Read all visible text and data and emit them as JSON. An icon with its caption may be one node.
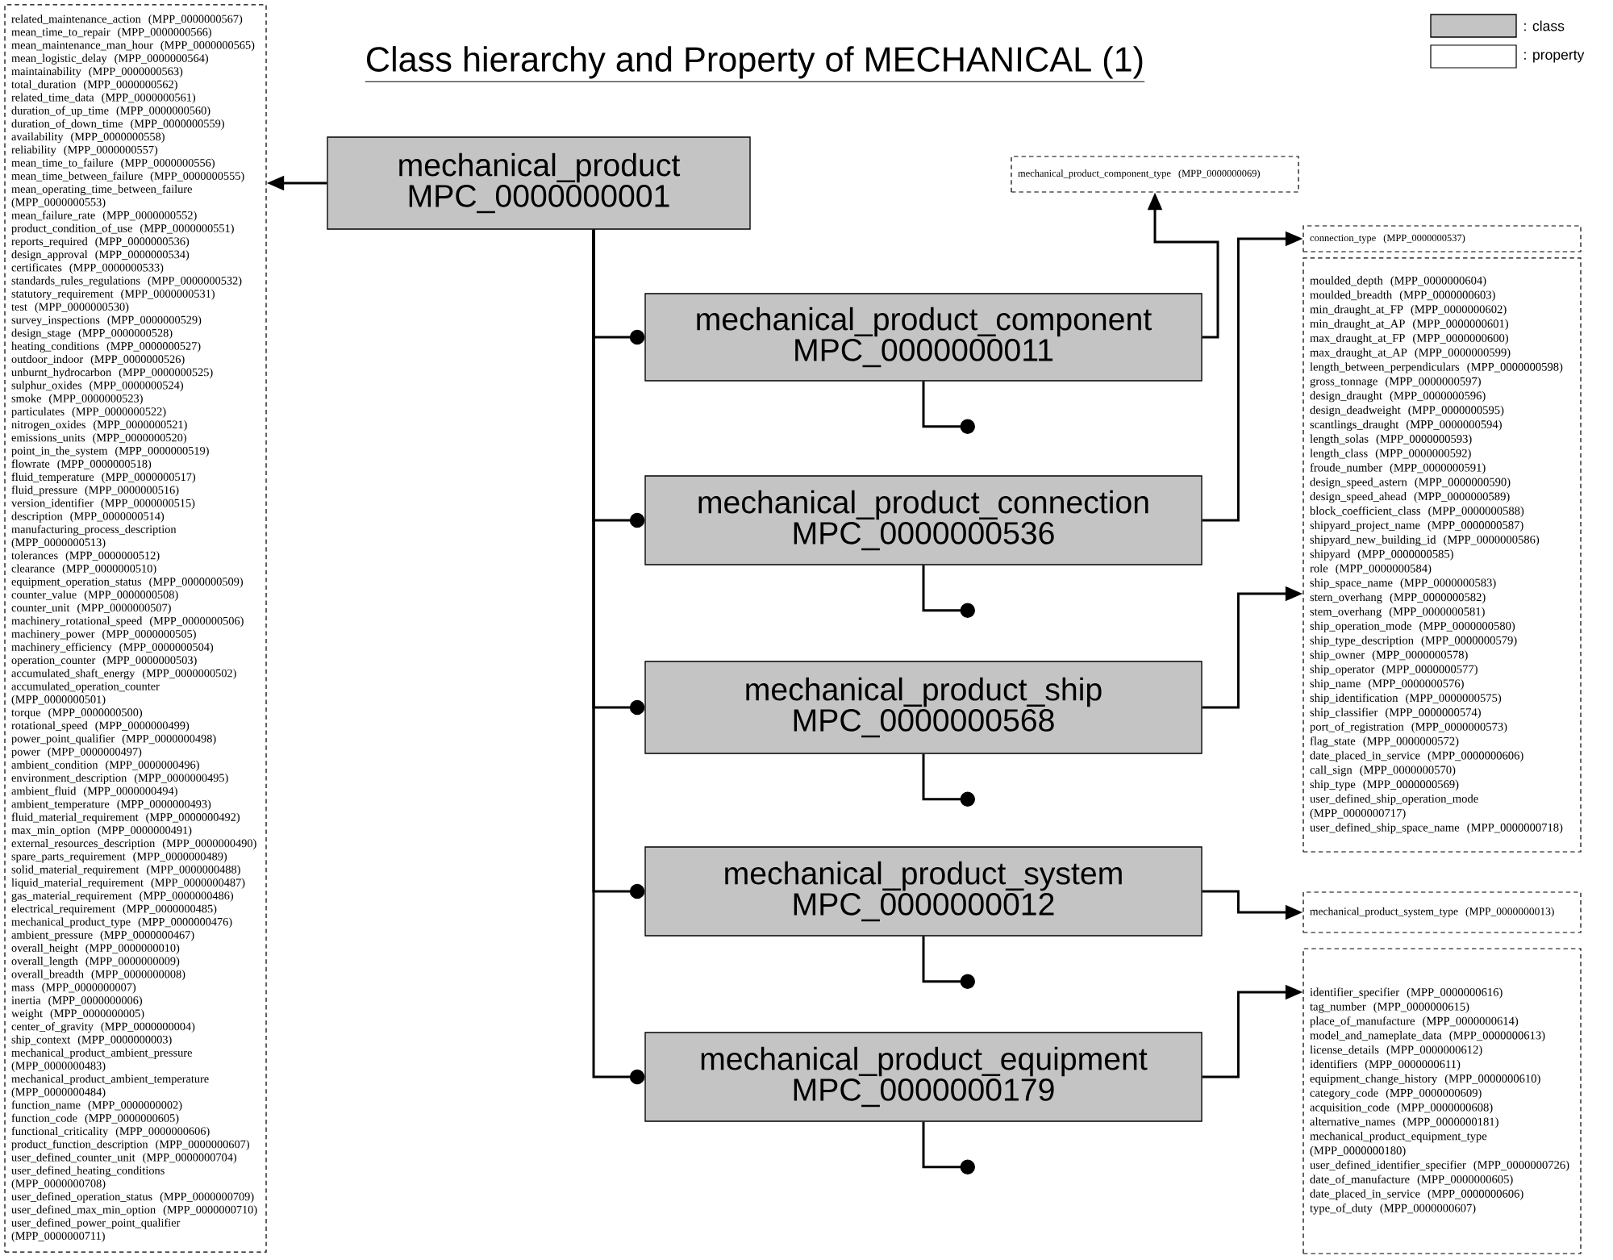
{
  "diagram": {
    "title": "Class hierarchy and Property of MECHANICAL (1)",
    "nodes": [
      {
        "text": [
          "mechanical_product",
          "MPC_0000000001"
        ]
      },
      {
        "text": [
          "mechanical_product_component",
          "MPC_0000000011"
        ]
      },
      {
        "text": [
          "mechanical_product_connection",
          "MPC_0000000536"
        ]
      },
      {
        "text": [
          "mechanical_product_ship",
          "MPC_0000000568"
        ]
      },
      {
        "text": [
          "mechanical_product_system",
          "MPC_0000000012"
        ]
      },
      {
        "text": [
          "mechanical_product_equipment",
          "MPC_0000000179"
        ]
      },
      {
        "text": [
          "related_maintenance_action (MPP_0000000567)",
          "mean_time_to_repair (MPP_0000000566)",
          "mean_maintenance_man_hour (MPP_0000000565)",
          "mean_logistic_delay (MPP_0000000564)",
          "maintainability (MPP_0000000563)",
          "total_duration (MPP_0000000562)",
          "related_time_data (MPP_0000000561)",
          "duration_of_up_time (MPP_0000000560)",
          "duration_of_down_time (MPP_0000000559)",
          "availability (MPP_0000000558)",
          "reliability (MPP_0000000557)",
          "mean_time_to_failure (MPP_0000000556)",
          "mean_time_between_failure (MPP_0000000555)",
          "mean_operating_time_between_failure (MPP_0000000553)",
          "mean_failure_rate (MPP_0000000552)",
          "product_condition_of_use (MPP_0000000551)",
          "reports_required (MPP_0000000536)",
          "design_approval (MPP_0000000534)",
          "certificates (MPP_0000000533)",
          "standards_rules_regulations (MPP_0000000532)",
          "statutory_requirement (MPP_0000000531)",
          "test (MPP_0000000530)",
          "survey_inspections (MPP_0000000529)",
          "design_stage (MPP_0000000528)",
          "heating_conditions (MPP_0000000527)",
          "outdoor_indoor (MPP_0000000526)",
          "unburnt_hydrocarbon (MPP_0000000525)",
          "sulphur_oxides (MPP_0000000524)",
          "smoke (MPP_0000000523)",
          "particulates (MPP_0000000522)",
          "nitrogen_oxides (MPP_0000000521)",
          "emissions_units (MPP_0000000520)",
          "point_in_the_system (MPP_0000000519)",
          "flowrate (MPP_0000000518)",
          "fluid_temperature (MPP_0000000517)",
          "fluid_pressure (MPP_0000000516)",
          "version_identifier (MPP_0000000515)",
          "description (MPP_0000000514)",
          "manufacturing_process_description (MPP_0000000513)",
          "tolerances (MPP_0000000512)",
          "clearance (MPP_0000000510)",
          "equipment_operation_status (MPP_0000000509)",
          "counter_value (MPP_0000000508)",
          "counter_unit (MPP_0000000507)",
          "machinery_rotational_speed (MPP_0000000506)",
          "machinery_power (MPP_0000000505)",
          "machinery_efficiency (MPP_0000000504)",
          "operation_counter (MPP_0000000503)",
          "accumulated_shaft_energy (MPP_0000000502)",
          "accumulated_operation_counter (MPP_0000000501)",
          "torque (MPP_0000000500)",
          "rotational_speed (MPP_0000000499)",
          "power_point_qualifier (MPP_0000000498)",
          "power (MPP_0000000497)",
          "ambient_condition (MPP_0000000496)",
          "environment_description (MPP_0000000495)",
          "ambient_fluid (MPP_0000000494)",
          "ambient_temperature (MPP_0000000493)",
          "fluid_material_requirement (MPP_0000000492)",
          "max_min_option (MPP_0000000491)",
          "external_resources_description (MPP_0000000490)",
          "spare_parts_requirement (MPP_0000000489)",
          "solid_material_requirement (MPP_0000000488)",
          "liquid_material_requirement (MPP_0000000487)",
          "gas_material_requirement (MPP_0000000486)",
          "electrical_requirement (MPP_0000000485)",
          "mechanical_product_type (MPP_0000000476)",
          "ambient_pressure (MPP_0000000467)",
          "overall_height (MPP_0000000010)",
          "overall_length (MPP_0000000009)",
          "overall_breadth (MPP_0000000008)",
          "mass (MPP_0000000007)",
          "inertia (MPP_0000000006)",
          "weight (MPP_0000000005)",
          "center_of_gravity (MPP_0000000004)",
          "ship_context (MPP_0000000003)",
          "mechanical_product_ambient_pressure (MPP_0000000483)",
          "mechanical_product_ambient_temperature (MPP_0000000484)",
          "function_name (MPP_0000000002)",
          "function_code (MPP_0000000605)",
          "functional_criticality (MPP_0000000606)",
          "product_function_description (MPP_0000000607)",
          "user_defined_counter_unit (MPP_0000000704)",
          "user_defined_heating_conditions (MPP_0000000708)",
          "user_defined_operation_status (MPP_0000000709)",
          "user_defined_max_min_option (MPP_0000000710)",
          "user_defined_power_point_qualifier (MPP_0000000711)"
        ]
      },
      {
        "text": [
          "mechanical_product_component_type (MPP_0000000069)"
        ]
      },
      {
        "text": [
          "connection_type (MPP_0000000537)"
        ]
      },
      {
        "text": [
          "moulded_depth (MPP_0000000604)",
          "moulded_breadth (MPP_0000000603)",
          "min_draught_at_FP (MPP_0000000602)",
          "min_draught_at_AP (MPP_0000000601)",
          "max_draught_at_FP (MPP_0000000600)",
          "max_draught_at_AP (MPP_0000000599)",
          "length_between_perpendiculars (MPP_0000000598)",
          "gross_tonnage (MPP_0000000597)",
          "design_draught (MPP_0000000596)",
          "design_deadweight (MPP_0000000595)",
          "scantlings_draught (MPP_0000000594)",
          "length_solas (MPP_0000000593)",
          "length_class (MPP_0000000592)",
          "froude_number (MPP_0000000591)",
          "design_speed_astern (MPP_0000000590)",
          "design_speed_ahead (MPP_0000000589)",
          "block_coefficient_class (MPP_0000000588)",
          "shipyard_project_name (MPP_0000000587)",
          "shipyard_new_building_id (MPP_0000000586)",
          "shipyard (MPP_0000000585)",
          "role (MPP_0000000584)",
          "ship_space_name (MPP_0000000583)",
          "stern_overhang (MPP_0000000582)",
          "stem_overhang (MPP_0000000581)",
          "ship_operation_mode (MPP_0000000580)",
          "ship_type_description (MPP_0000000579)",
          "ship_owner (MPP_0000000578)",
          "ship_operator (MPP_0000000577)",
          "ship_name (MPP_0000000576)",
          "ship_identification (MPP_0000000575)",
          "ship_classifier (MPP_0000000574)",
          "port_of_registration (MPP_0000000573)",
          "flag_state (MPP_0000000572)",
          "date_placed_in_service (MPP_0000000606)",
          "call_sign (MPP_0000000570)",
          "ship_type (MPP_0000000569)",
          "user_defined_ship_operation_mode (MPP_0000000717)",
          "user_defined_ship_space_name (MPP_0000000718)"
        ]
      },
      {
        "text": [
          "mechanical_product_system_type (MPP_0000000013)"
        ]
      },
      {
        "text": [
          "identifier_specifier (MPP_0000000616)",
          "tag_number (MPP_0000000615)",
          "place_of_manufacture (MPP_0000000614)",
          "model_and_nameplate_data (MPP_0000000613)",
          "license_details (MPP_0000000612)",
          "identifiers (MPP_0000000611)",
          "equipment_change_history (MPP_0000000610)",
          "category_code (MPP_0000000609)",
          "acquisition_code (MPP_0000000608)",
          "alternative_names (MPP_0000000181)",
          "mechanical_product_equipment_type (MPP_0000000180)",
          "user_defined_identifier_specifier (MPP_0000000726)",
          "date_of_manufacture (MPP_0000000605)",
          "date_placed_in_service (MPP_0000000606)",
          "type_of_duty (MPP_0000000607)"
        ]
      }
    ],
    "edges": [
      {
        "from": 0,
        "to": 1,
        "arrow": "other"
      },
      {
        "from": 0,
        "to": 2,
        "arrow": "other"
      },
      {
        "from": 0,
        "to": 3,
        "arrow": "other"
      },
      {
        "from": 0,
        "to": 4,
        "arrow": "other"
      },
      {
        "from": 0,
        "to": 5,
        "arrow": "other"
      },
      {
        "from": 0,
        "to": 6,
        "arrow": "to"
      },
      {
        "from": 1,
        "to": 7,
        "arrow": "to"
      },
      {
        "from": 2,
        "to": 8,
        "arrow": "to"
      },
      {
        "from": 3,
        "to": 9,
        "arrow": "to"
      },
      {
        "from": 4,
        "to": 10,
        "arrow": "to"
      },
      {
        "from": 5,
        "to": 11,
        "arrow": "to"
      },
      {
        "from": 1,
        "to": null,
        "arrow": "other"
      },
      {
        "from": 2,
        "to": null,
        "arrow": "other"
      },
      {
        "from": 3,
        "to": null,
        "arrow": "other"
      },
      {
        "from": 4,
        "to": null,
        "arrow": "other"
      },
      {
        "from": 5,
        "to": null,
        "arrow": "other"
      }
    ],
    "legend": [
      {
        "text": ": class",
        "color": "#c4c4c4"
      },
      {
        "text": ": property"
      }
    ]
  }
}
